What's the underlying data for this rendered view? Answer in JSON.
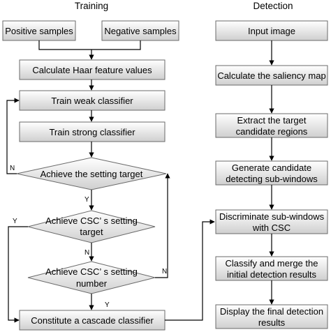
{
  "headers": {
    "training": "Training",
    "detection": "Detection"
  },
  "training": {
    "positive": "Positive samples",
    "negative": "Negative samples",
    "haar": "Calculate Haar feature values",
    "weak": "Train weak classifier",
    "strong": "Train strong classifier",
    "target": "Achieve the setting target",
    "csc_target": [
      "Achieve CSC’ s setting",
      "target"
    ],
    "csc_number": [
      "Achieve CSC’ s setting",
      "number"
    ],
    "cascade": "Constitute a cascade classifier"
  },
  "detection": {
    "input": "Input image",
    "saliency": "Calculate the saliency map",
    "extract": [
      "Extract  the target",
      "candidate regions"
    ],
    "generate": [
      "Generate candidate",
      "detecting sub-windows"
    ],
    "discriminate": [
      "Discriminate sub-windows",
      "with CSC"
    ],
    "classify": [
      "Classify and merge the",
      "initial detection results"
    ],
    "display": [
      "Display the final detection",
      "results"
    ]
  },
  "branch_labels": {
    "yes": "Y",
    "no": "N"
  }
}
